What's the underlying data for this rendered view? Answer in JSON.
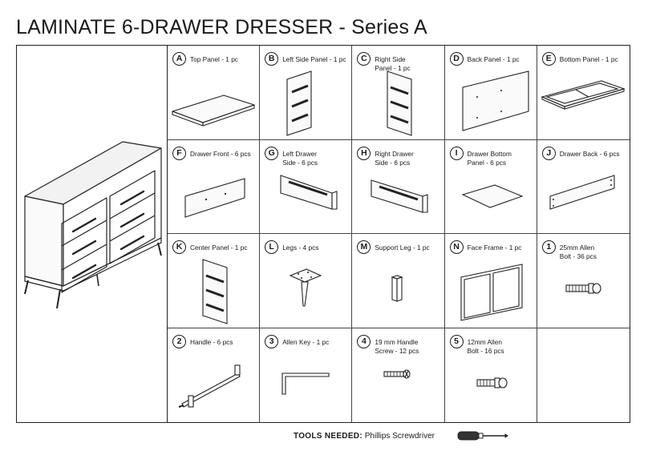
{
  "title": "LAMINATE 6-DRAWER DRESSER - Series A",
  "parts": [
    {
      "id": "A",
      "label": "Top Panel - 1 pc",
      "icon": "top-panel-icon"
    },
    {
      "id": "B",
      "label": "Left Side Panel - 1 pc",
      "icon": "left-side-panel-icon"
    },
    {
      "id": "C",
      "label": "Right Side\nPanel - 1 pc",
      "icon": "right-side-panel-icon"
    },
    {
      "id": "D",
      "label": "Back Panel - 1 pc",
      "icon": "back-panel-icon"
    },
    {
      "id": "E",
      "label": "Bottom Panel - 1 pc",
      "icon": "bottom-panel-icon"
    },
    {
      "id": "F",
      "label": "Drawer Front - 6 pcs",
      "icon": "drawer-front-icon"
    },
    {
      "id": "G",
      "label": "Left Drawer\nSide - 6 pcs",
      "icon": "left-drawer-side-icon"
    },
    {
      "id": "H",
      "label": "Right Drawer\nSide - 6 pcs",
      "icon": "right-drawer-side-icon"
    },
    {
      "id": "I",
      "label": "Drawer Bottom\nPanel - 6 pcs",
      "icon": "drawer-bottom-panel-icon"
    },
    {
      "id": "J",
      "label": "Drawer Back - 6 pcs",
      "icon": "drawer-back-icon"
    },
    {
      "id": "K",
      "label": "Center Panel - 1 pc",
      "icon": "center-panel-icon"
    },
    {
      "id": "L",
      "label": "Legs - 4 pcs",
      "icon": "leg-icon"
    },
    {
      "id": "M",
      "label": "Support Leg - 1 pc",
      "icon": "support-leg-icon"
    },
    {
      "id": "N",
      "label": "Face Frame - 1 pc",
      "icon": "face-frame-icon"
    },
    {
      "id": "1",
      "label": "25mm Allen\nBolt - 36 pcs",
      "icon": "allen-bolt-25mm-icon"
    },
    {
      "id": "2",
      "label": "Handle - 6 pcs",
      "icon": "handle-icon"
    },
    {
      "id": "3",
      "label": "Allen Key - 1 pc",
      "icon": "allen-key-icon"
    },
    {
      "id": "4",
      "label": "19 mm Handle\nScrew - 12 pcs",
      "icon": "handle-screw-icon"
    },
    {
      "id": "5",
      "label": "12mm Allen\nBolt - 16 pcs",
      "icon": "allen-bolt-12mm-icon"
    },
    {
      "id": "",
      "label": "",
      "icon": ""
    }
  ],
  "footer": {
    "tools_label": "TOOLS NEEDED:",
    "tools_value": "Phillips Screwdriver",
    "tool_icon": "phillips-screwdriver-icon"
  }
}
